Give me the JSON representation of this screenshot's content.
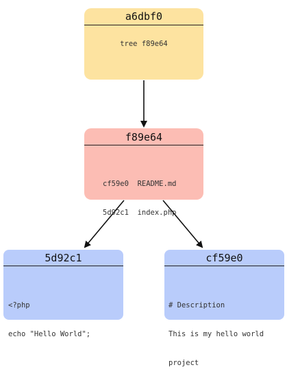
{
  "commit": {
    "hash": "a6dbf0",
    "body": "tree f89e64"
  },
  "tree": {
    "hash": "f89e64",
    "entries": [
      "cf59e0  README.md",
      "5d92c1  index.php"
    ]
  },
  "blob_php": {
    "hash": "5d92c1",
    "lines": [
      "<?php",
      "echo \"Hello World\";"
    ]
  },
  "blob_readme": {
    "hash": "cf59e0",
    "lines": [
      "# Description",
      "This is my hello world",
      "project"
    ]
  },
  "colors": {
    "commit": "#fde3a0",
    "tree": "#fcbdb4",
    "blob": "#b9ccfb",
    "edge": "#111111"
  }
}
